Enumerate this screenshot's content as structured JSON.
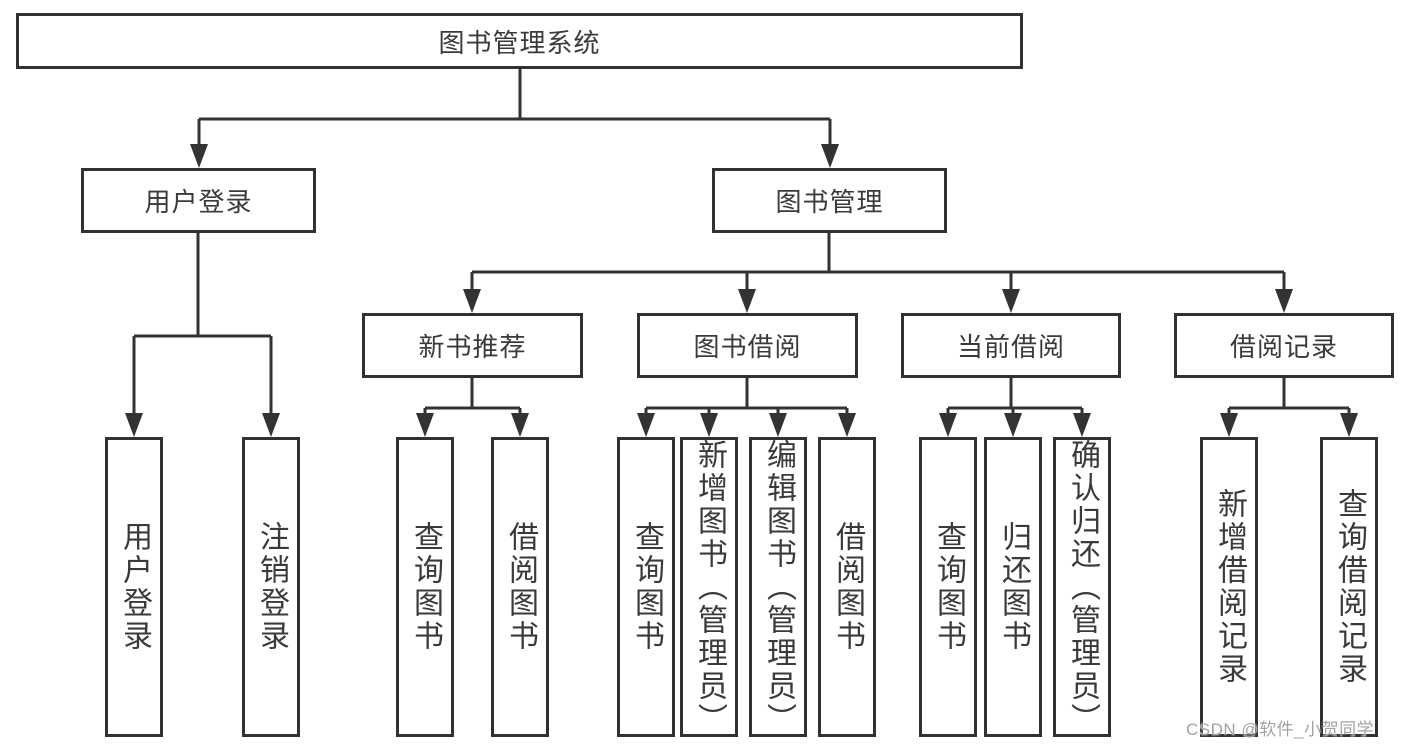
{
  "colors": {
    "line": "#333333",
    "border": "#313131",
    "text": "#3a3a3a",
    "watermark": "#a3a3a3",
    "background": "#ffffff"
  },
  "diagram": {
    "title": "图书管理系统",
    "level2": [
      {
        "label": "用户登录",
        "children": [
          "用户登录",
          "注销登录"
        ]
      },
      {
        "label": "图书管理"
      }
    ],
    "level3": [
      {
        "label": "新书推荐",
        "children": [
          "查询图书",
          "借阅图书"
        ]
      },
      {
        "label": "图书借阅",
        "children": [
          "查询图书",
          "新增图书（管理员）",
          "编辑图书（管理员）",
          "借阅图书"
        ]
      },
      {
        "label": "当前借阅",
        "children": [
          "查询图书",
          "归还图书",
          "确认归还（管理员）"
        ]
      },
      {
        "label": "借阅记录",
        "children": [
          "新增借阅记录",
          "查询借阅记录"
        ]
      }
    ]
  },
  "watermark": {
    "text": "CSDN @软件_小贺同学"
  }
}
